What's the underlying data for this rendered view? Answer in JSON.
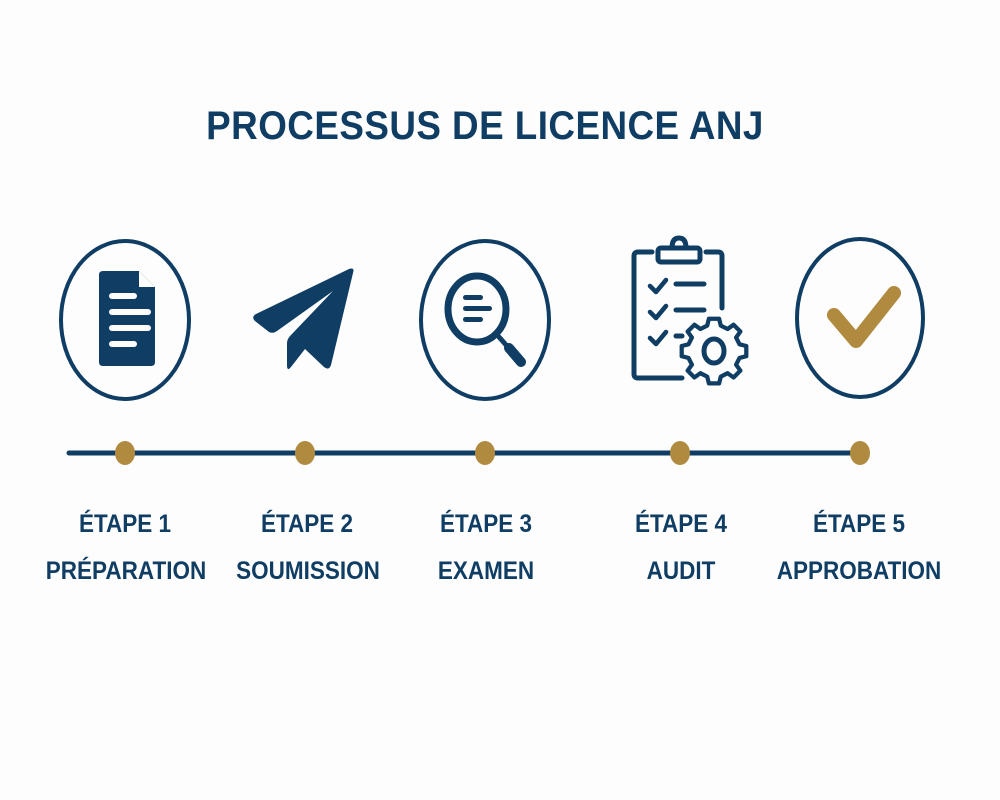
{
  "title": "PROCESSUS DE LICENCE ANJ",
  "colors": {
    "background": "#fdfdfd",
    "navy": "#0f3d63",
    "gold": "#b08a3e"
  },
  "steps": [
    {
      "number_label": "ÉTAPE 1",
      "name": "PRÉPARATION",
      "icon": "document-icon",
      "has_circle": true
    },
    {
      "number_label": "ÉTAPE 2",
      "name": "SOUMISSION",
      "icon": "paper-plane-icon",
      "has_circle": false
    },
    {
      "number_label": "ÉTAPE 3",
      "name": "EXAMEN",
      "icon": "magnifier-icon",
      "has_circle": true
    },
    {
      "number_label": "ÉTAPE 4",
      "name": "AUDIT",
      "icon": "clipboard-gear-icon",
      "has_circle": false
    },
    {
      "number_label": "ÉTAPE 5",
      "name": "APPROBATION",
      "icon": "checkmark-icon",
      "has_circle": true
    }
  ],
  "timeline": {
    "dot_count": 5
  }
}
